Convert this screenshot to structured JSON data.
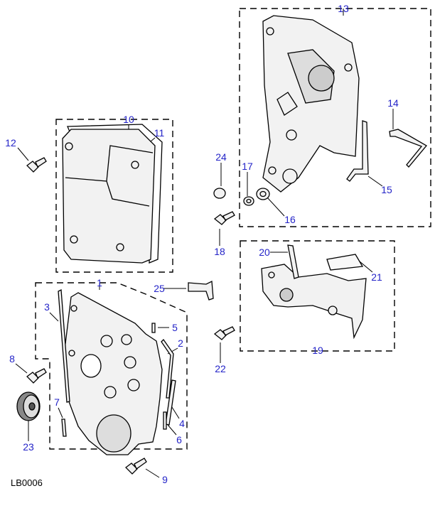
{
  "diagram_code": "LB0006",
  "label_color": "#2424c8",
  "callouts": [
    "1",
    "2",
    "3",
    "4",
    "5",
    "6",
    "7",
    "8",
    "9",
    "10",
    "11",
    "12",
    "13",
    "14",
    "15",
    "16",
    "17",
    "18",
    "19",
    "20",
    "21",
    "22",
    "23",
    "24",
    "25"
  ]
}
